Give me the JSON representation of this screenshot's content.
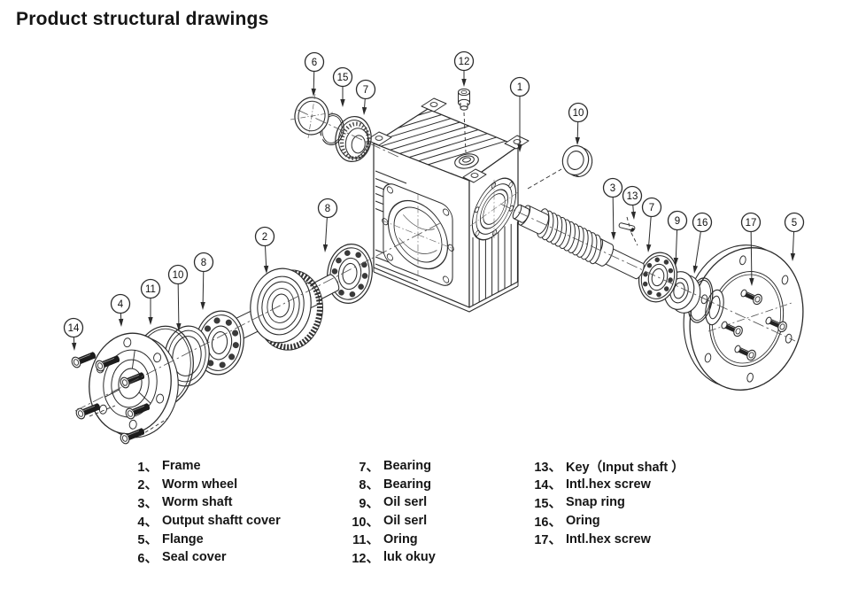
{
  "page": {
    "title": "Product structural drawings",
    "background": "#ffffff",
    "line_color": "#2b2b2b"
  },
  "diagram": {
    "callouts": [
      "1",
      "2",
      "3",
      "4",
      "5",
      "6",
      "7",
      "7",
      "8",
      "8",
      "9",
      "10",
      "10",
      "11",
      "12",
      "13",
      "14",
      "15",
      "16",
      "17"
    ]
  },
  "legend": {
    "columns": [
      {
        "items": [
          {
            "num": "1、",
            "name": "Frame"
          },
          {
            "num": "2、",
            "name": "Worm wheel"
          },
          {
            "num": "3、",
            "name": "Worm shaft"
          },
          {
            "num": "4、",
            "name": "Output shaftt cover"
          },
          {
            "num": "5、",
            "name": "Flange"
          },
          {
            "num": "6、",
            "name": "Seal cover"
          }
        ]
      },
      {
        "items": [
          {
            "num": "7、",
            "name": "Bearing"
          },
          {
            "num": "8、",
            "name": "Bearing"
          },
          {
            "num": "9、",
            "name": "Oil serl"
          },
          {
            "num": "10、",
            "name": "Oil serl"
          },
          {
            "num": "11、",
            "name": "Oring"
          },
          {
            "num": "12、",
            "name": "luk okuy"
          }
        ]
      },
      {
        "items": [
          {
            "num": "13、",
            "name": "Key（Input shaft ）"
          },
          {
            "num": "14、",
            "name": "Intl.hex screw"
          },
          {
            "num": "15、",
            "name": "Snap ring"
          },
          {
            "num": "16、",
            "name": "Oring"
          },
          {
            "num": "17、",
            "name": "Intl.hex screw"
          }
        ]
      }
    ]
  }
}
